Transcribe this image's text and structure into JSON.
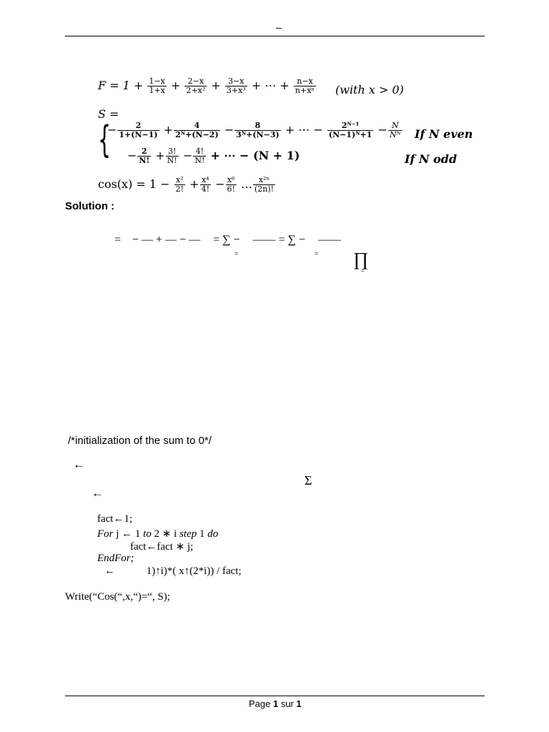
{
  "header": {
    "mark": "–"
  },
  "equations": {
    "F": {
      "lhs": "F = 1 +",
      "t1": {
        "num": "1−x",
        "den": "1+x"
      },
      "t2": {
        "num": "2−x",
        "den": "2+x²"
      },
      "t3": {
        "num": "3−x",
        "den": "3+x³"
      },
      "dots": "+ ⋯ +",
      "tn": {
        "num": "n−x",
        "den": "n+xⁿ"
      },
      "cond": "(with x > 0)"
    },
    "S": {
      "lhs": "S =",
      "even": {
        "a": {
          "sign": "−",
          "num": "2",
          "den": "1+(N−1)"
        },
        "b": {
          "sign": "+",
          "num": "4",
          "den": "2ᴺ+(N−2)"
        },
        "c": {
          "sign": "−",
          "num": "8",
          "den": "3ᴺ+(N−3)"
        },
        "dots": "+ ⋯ −",
        "d": {
          "num": "2ᴺ⁻¹",
          "den": "(N−1)ᴺ+1"
        },
        "e": {
          "sign": "−",
          "num": "N",
          "den": "Nᴺ"
        },
        "cond": "If N even"
      },
      "odd": {
        "a": {
          "sign": "−",
          "num": "2",
          "den": "N!"
        },
        "b": {
          "sign": "+",
          "num": "3!",
          "den": "N!"
        },
        "c": {
          "sign": "−",
          "num": "4!",
          "den": "N!"
        },
        "tail": "+ ⋯ − (N + 1)",
        "cond": "If N odd"
      }
    },
    "cos": {
      "lhs": "cos(x) = 1 −",
      "t1": {
        "num": "x²",
        "den": "2!"
      },
      "t2": {
        "sign": "+",
        "num": "x⁴",
        "den": "4!"
      },
      "t3": {
        "sign": "−",
        "num": "x⁶",
        "den": "6!"
      },
      "dots": "…",
      "tn": {
        "num": "x²ⁿ",
        "den": "(2n)!"
      }
    }
  },
  "solution": {
    "label": "Solution :",
    "row1": {
      "a": "=",
      "b": "− — + — − —",
      "c": "= ∑ −",
      "d": "—— = ∑ −",
      "e": "——"
    },
    "sub1": "=",
    "sub2": "=",
    "prod": "∏",
    "sub3": "="
  },
  "algorithm": {
    "comment": "/*initialization of the sum to 0*/",
    "arrow1": "←",
    "sigma": "Σ",
    "arrow2": "←",
    "line_fact": "fact←1;",
    "line_for": {
      "kw1": "For",
      "mid1": " j ← 1 ",
      "kw2": "to",
      "mid2": " 2 ∗ i ",
      "kw3": "step",
      "mid3": " 1  ",
      "kw4": "do"
    },
    "line_mul": "fact←fact ∗ j;",
    "line_endfor": "EndFor;",
    "line_assign": {
      "arrow": "←",
      "expr": "1)↑i)*( x↑(2*i)) / fact;"
    },
    "line_write": "Write(“Cos(“,x,“)=“, S);"
  },
  "footer": {
    "prefix": "Page ",
    "page": "1",
    "mid": " sur ",
    "total": "1"
  }
}
